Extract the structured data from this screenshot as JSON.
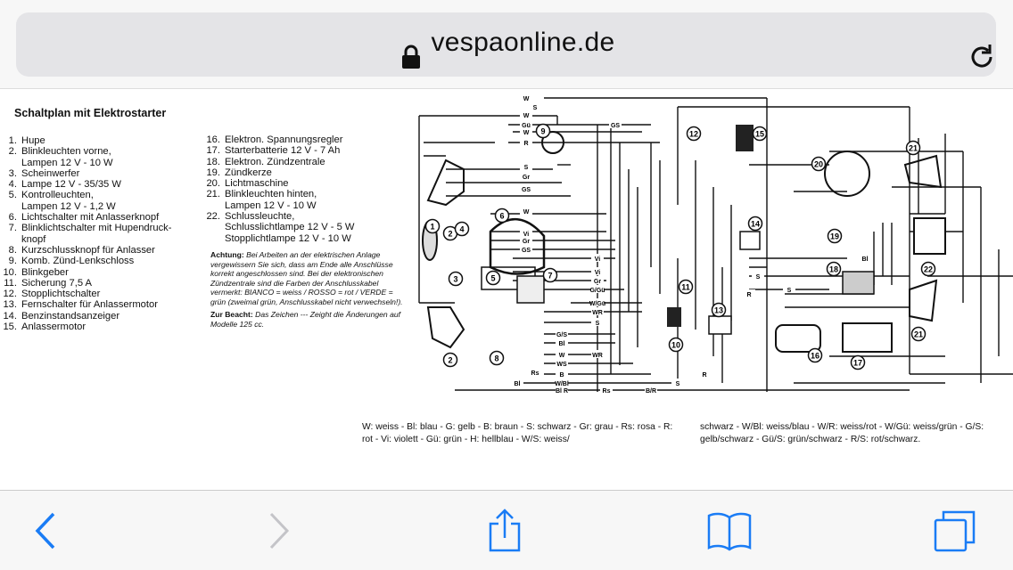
{
  "browser": {
    "url": "vespaonline.de",
    "icons": [
      "lock-icon",
      "reload-icon",
      "back-icon",
      "forward-icon",
      "share-icon",
      "bookmarks-icon",
      "tabs-icon"
    ],
    "accent": "#1a7cf5"
  },
  "document": {
    "title": "Schaltplan mit Elektrostarter",
    "parts_left": [
      {
        "n": "1.",
        "t": "Hupe"
      },
      {
        "n": "2.",
        "t": "Blinkleuchten vorne,"
      },
      {
        "n": "",
        "t": "Lampen 12 V - 10 W"
      },
      {
        "n": "3.",
        "t": "Scheinwerfer"
      },
      {
        "n": "4.",
        "t": "Lampe 12 V - 35/35 W"
      },
      {
        "n": "5.",
        "t": "Kontrolleuchten,"
      },
      {
        "n": "",
        "t": "Lampen 12 V - 1,2 W"
      },
      {
        "n": "6.",
        "t": "Lichtschalter mit Anlasserknopf"
      },
      {
        "n": "7.",
        "t": "Blinklichtschalter mit Hupendruck-"
      },
      {
        "n": "",
        "t": "knopf"
      },
      {
        "n": "8.",
        "t": "Kurzschlussknopf für Anlasser"
      },
      {
        "n": "9.",
        "t": "Komb. Zünd-Lenkschloss"
      },
      {
        "n": "10.",
        "t": "Blinkgeber"
      },
      {
        "n": "11.",
        "t": "Sicherung 7,5 A"
      },
      {
        "n": "12.",
        "t": "Stopplichtschalter"
      },
      {
        "n": "13.",
        "t": "Fernschalter für Anlassermotor"
      },
      {
        "n": "14.",
        "t": "Benzinstandsanzeiger"
      },
      {
        "n": "15.",
        "t": "Anlassermotor"
      }
    ],
    "parts_right": [
      {
        "n": "16.",
        "t": "Elektron. Spannungsregler"
      },
      {
        "n": "17.",
        "t": "Starterbatterie 12 V - 7 Ah"
      },
      {
        "n": "18.",
        "t": "Elektron. Zündzentrale"
      },
      {
        "n": "19.",
        "t": "Zündkerze"
      },
      {
        "n": "20.",
        "t": "Lichtmaschine"
      },
      {
        "n": "21.",
        "t": "Blinkleuchten hinten,"
      },
      {
        "n": "",
        "t": "Lampen 12 V - 10 W"
      },
      {
        "n": "22.",
        "t": "Schlussleuchte,"
      },
      {
        "n": "",
        "t": "Schlusslichtlampe 12 V - 5 W"
      },
      {
        "n": "",
        "t": "Stopplichtlampe 12 V - 10 W"
      }
    ],
    "note_label": "Achtung:",
    "note_text": "Bei Arbeiten an der elektrischen Anlage vergewissern Sie sich, dass am Ende alle Anschlüsse korrekt angeschlossen sind. Bei der elektronischen Zündzentrale sind die Farben der Anschlusskabel vermerkt: BIANCO = weiss / ROSSO = rot / VERDE = grün (zweimal grün, Anschlusskabel nicht verwechseln!).",
    "note2_label": "Zur Beacht:",
    "note2_text": "Das Zeichen --- Zeight die Änderungen auf Modelle 125 cc.",
    "legend_left": "W: weiss - Bl: blau - G: gelb - B: braun - S: schwarz - Gr: grau - Rs: rosa - R: rot - Vi: violett - Gü: grün - H: hellblau - W/S: weiss/",
    "legend_right": "schwarz - W/Bl: weiss/blau - W/R: weiss/rot - W/Gü: weiss/grün - G/S: gelb/schwarz - Gü/S: grün/schwarz - R/S: rot/schwarz.",
    "diagram_markers": [
      "1",
      "2",
      "2",
      "3",
      "4",
      "5",
      "6",
      "7",
      "8",
      "9",
      "10",
      "11",
      "12",
      "13",
      "14",
      "15",
      "16",
      "17",
      "18",
      "19",
      "20",
      "21",
      "21",
      "22"
    ],
    "wire_labels": [
      "S",
      "W",
      "Gü",
      "W",
      "R",
      "S",
      "Gr",
      "GS",
      "W",
      "Vi",
      "Gr",
      "GS",
      "Vi",
      "Vi",
      "Gr",
      "G/Gü",
      "W/Gü",
      "WR",
      "S",
      "G/S",
      "Bl",
      "W",
      "WR",
      "WS",
      "B",
      "W/Bl",
      "Bl R",
      "Rs",
      "Bl",
      "Rs",
      "B/R",
      "S",
      "R",
      "S",
      "R",
      "GS",
      "Bl",
      "S",
      "W"
    ]
  }
}
